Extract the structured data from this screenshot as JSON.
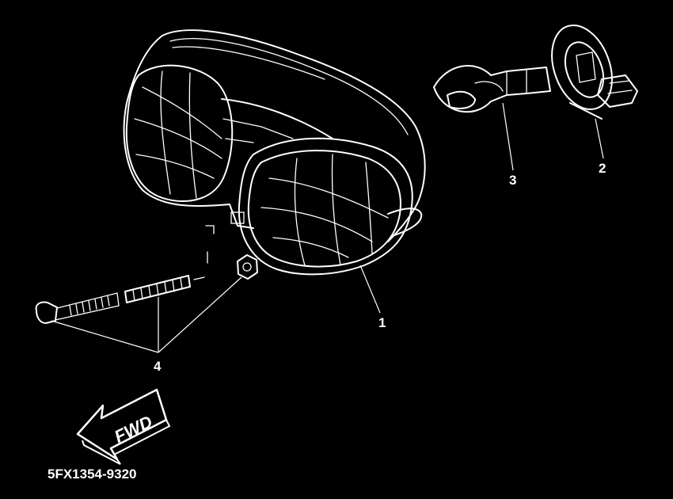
{
  "diagram": {
    "part_number": "5FX1354-9320",
    "direction_arrow": {
      "label": "FWD",
      "icon": "forward-arrow-icon"
    },
    "callouts": [
      {
        "id": "callout-1",
        "label": "1"
      },
      {
        "id": "callout-2",
        "label": "2"
      },
      {
        "id": "callout-3",
        "label": "3"
      },
      {
        "id": "callout-4",
        "label": "4"
      }
    ],
    "colors": {
      "background": "#000000",
      "linework": "#ffffff"
    }
  }
}
